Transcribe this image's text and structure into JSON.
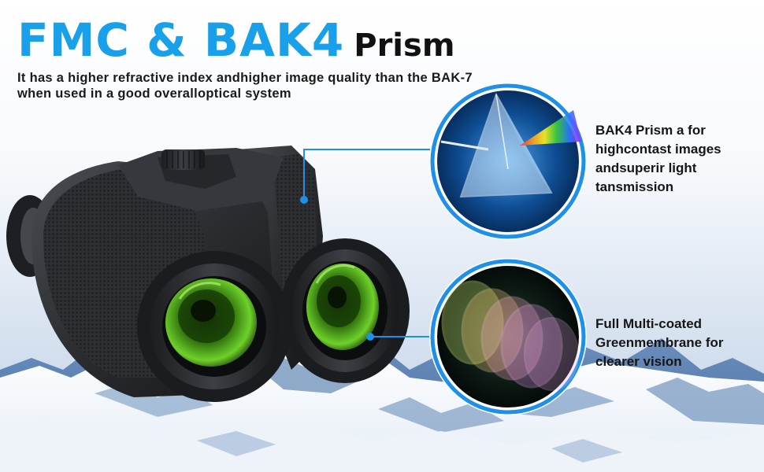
{
  "headline": {
    "part1": "FMC & BAK4",
    "part2": "Prism"
  },
  "description": "It has a higher refractive index andhigher image quality than the BAK-7 when used in a good overalloptical system",
  "features": [
    {
      "icon": "prism-icon",
      "text": "BAK4 Prism a for highcontast images andsuperir light tansmission"
    },
    {
      "icon": "lens-coating-icon",
      "text": "Full Multi-coated Greenmembrane for clearer vision"
    }
  ],
  "colors": {
    "accent_blue": "#18a0ea",
    "callout_ring": "#1e90e8",
    "lens_green": "#5ac622",
    "body_dark": "#2a2c2f"
  }
}
